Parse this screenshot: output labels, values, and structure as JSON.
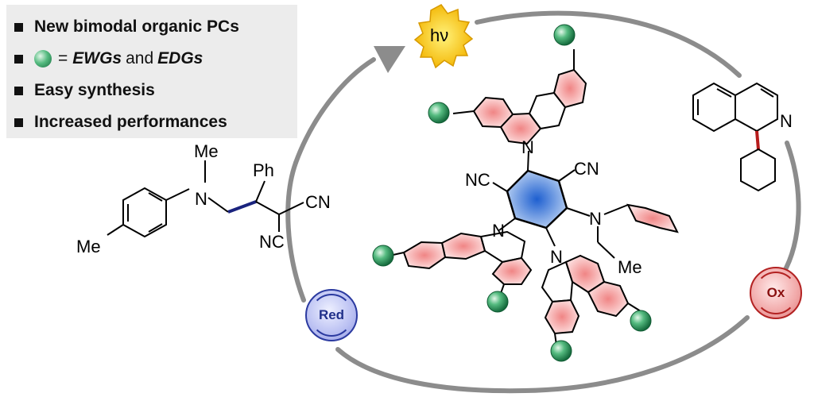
{
  "features": {
    "items": [
      {
        "id": "new",
        "text": "New bimodal organic PCs"
      },
      {
        "id": "ewg",
        "eq": "=",
        "ewg": "EWGs",
        "and": " and ",
        "edg": "EDGs"
      },
      {
        "id": "easy",
        "text": "Easy synthesis"
      },
      {
        "id": "perf",
        "text": "Increased performances"
      }
    ]
  },
  "cycle": {
    "light_label": "hν",
    "red_label": "Red",
    "ox_label": "Ox"
  },
  "reactant": {
    "me1": "Me",
    "n": "N",
    "ph": "Ph",
    "cn1": "CN",
    "cn2": "NC",
    "me2": "Me"
  },
  "catalyst": {
    "nc_left": "NC",
    "cn_right": "CN",
    "n_top": "N",
    "n_left": "N",
    "n_right": "N",
    "n_bottom": "N",
    "me": "Me"
  },
  "product": {
    "n": "N"
  },
  "colors": {
    "arrow": "#8c8c8c",
    "red_bond": "#1a237e",
    "ox_bond": "#b71c1c",
    "core": "#4a7fd6",
    "ring_fill": "#f4a4a4",
    "substituent": "#2e9d5b",
    "sun": "#f5c400"
  },
  "icons": [
    "sun-icon",
    "green-sphere-icon",
    "cycle-arrow-icon"
  ]
}
